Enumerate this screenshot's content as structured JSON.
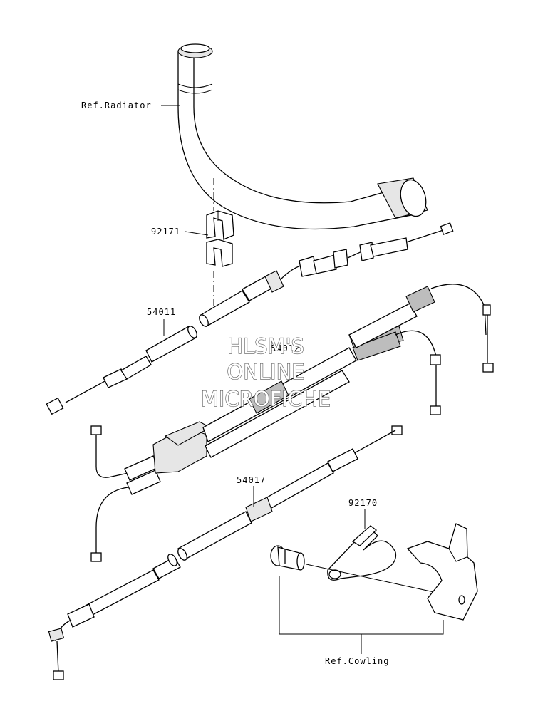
{
  "labels": {
    "ref_radiator": "Ref.Radiator",
    "p92171": "92171",
    "p54011": "54011",
    "p54012": "54012",
    "p54017": "54017",
    "p92170": "92170",
    "ref_cowling": "Ref.Cowling"
  },
  "watermark": {
    "line1": "HLSM'S",
    "line2": "ONLINE",
    "line3": "MICROFICHE"
  }
}
